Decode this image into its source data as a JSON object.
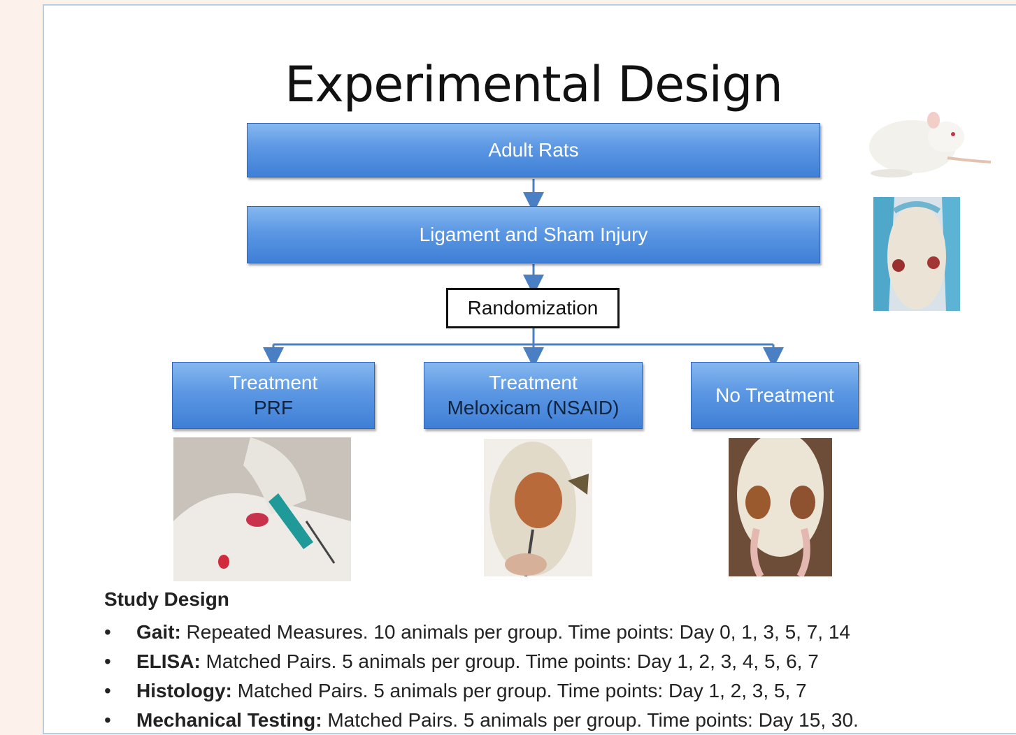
{
  "title": "Experimental Design",
  "flow": {
    "adult_rats": "Adult Rats",
    "injury": "Ligament and Sham Injury",
    "randomization": "Randomization",
    "groups": [
      {
        "label": "Treatment",
        "sub": "PRF"
      },
      {
        "label": "Treatment",
        "sub": "Meloxicam (NSAID)"
      },
      {
        "label": "No Treatment",
        "sub": ""
      }
    ]
  },
  "study": {
    "title": "Study Design",
    "items": [
      {
        "bold": "Gait:",
        "text": " Repeated Measures.  10 animals per group. Time points: Day 0, 1, 3, 5, 7, 14"
      },
      {
        "bold": "ELISA:",
        "text": " Matched Pairs.  5 animals per group.  Time points: Day 1, 2, 3, 4, 5, 6, 7"
      },
      {
        "bold": "Histology:",
        "text": " Matched Pairs. 5 animals per group. Time points: Day 1, 2, 3, 5, 7"
      },
      {
        "bold": "Mechanical Testing:",
        "text": " Matched Pairs. 5 animals per group. Time points: Day 15, 30."
      }
    ]
  },
  "colors": {
    "box_top": "#86b8f0",
    "box_bottom": "#3f7fd6",
    "arrow": "#4a7fc4"
  }
}
